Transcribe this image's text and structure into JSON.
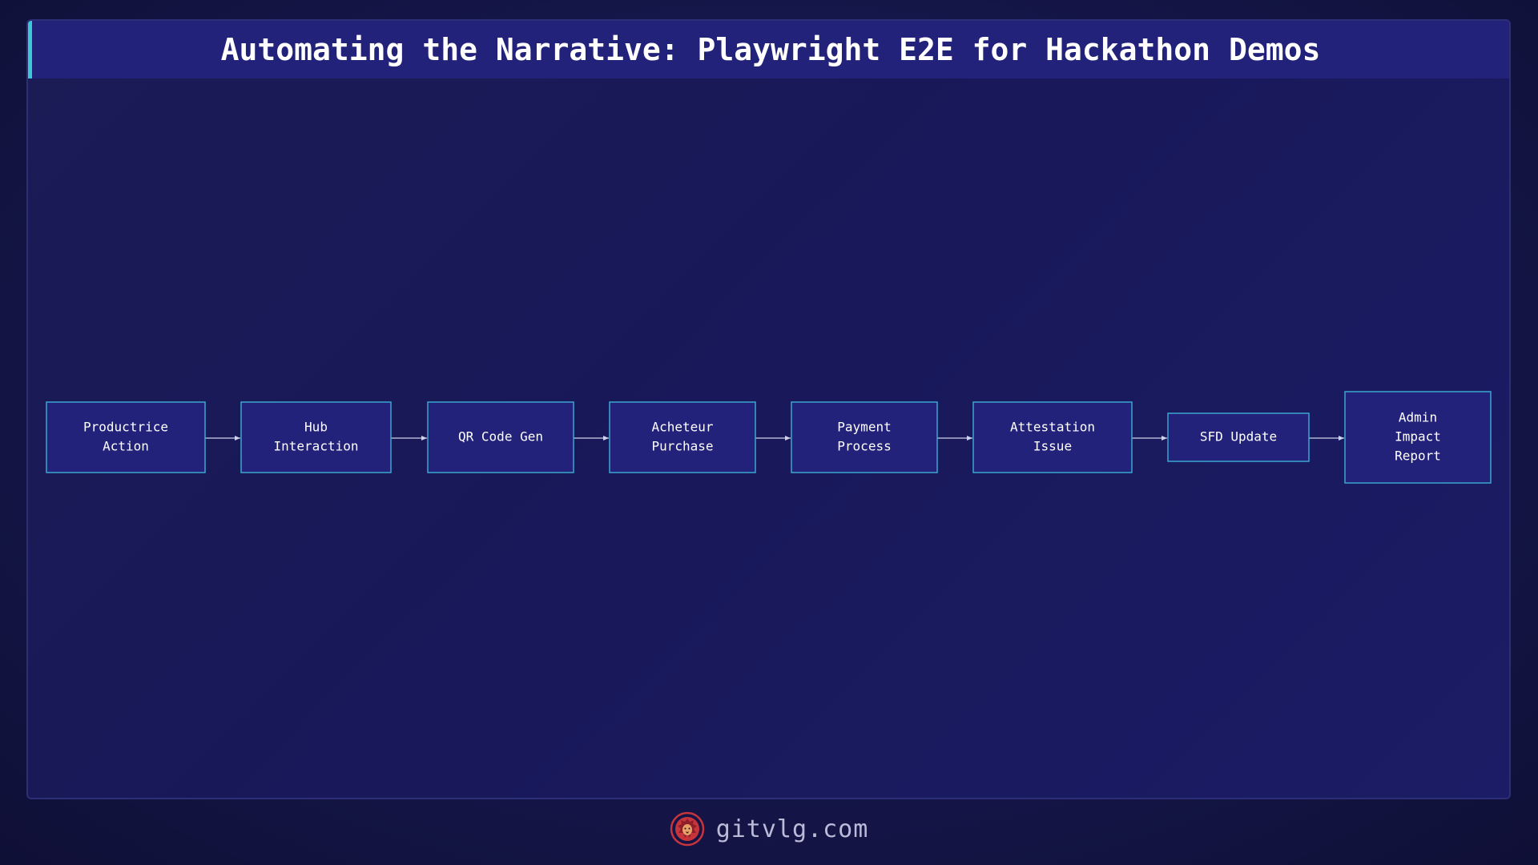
{
  "title": "Automating the Narrative: Playwright E2E for Hackathon Demos",
  "colors": {
    "accent": "#3cc6d6",
    "title_bar": "#22227a",
    "node_fill": "#23227a",
    "node_border": "#3aa6d0",
    "background": "#18185a",
    "logo": "#c8343c"
  },
  "flow": {
    "steps": [
      {
        "id": "productrice-action",
        "lines": [
          "Productrice",
          "Action"
        ]
      },
      {
        "id": "hub-interaction",
        "lines": [
          "Hub",
          "Interaction"
        ]
      },
      {
        "id": "qr-code-gen",
        "lines": [
          "QR Code Gen"
        ]
      },
      {
        "id": "acheteur-purchase",
        "lines": [
          "Acheteur",
          "Purchase"
        ]
      },
      {
        "id": "payment-process",
        "lines": [
          "Payment",
          "Process"
        ]
      },
      {
        "id": "attestation-issue",
        "lines": [
          "Attestation",
          "Issue"
        ]
      },
      {
        "id": "sfd-update",
        "lines": [
          "SFD Update"
        ]
      },
      {
        "id": "admin-impact-report",
        "lines": [
          "Admin",
          "Impact",
          "Report"
        ]
      }
    ],
    "edges": [
      [
        "productrice-action",
        "hub-interaction"
      ],
      [
        "hub-interaction",
        "qr-code-gen"
      ],
      [
        "qr-code-gen",
        "acheteur-purchase"
      ],
      [
        "acheteur-purchase",
        "payment-process"
      ],
      [
        "payment-process",
        "attestation-issue"
      ],
      [
        "attestation-issue",
        "sfd-update"
      ],
      [
        "sfd-update",
        "admin-impact-report"
      ]
    ]
  },
  "footer": {
    "site": "gitvlg.com",
    "logo_icon": "lion-head-icon"
  }
}
